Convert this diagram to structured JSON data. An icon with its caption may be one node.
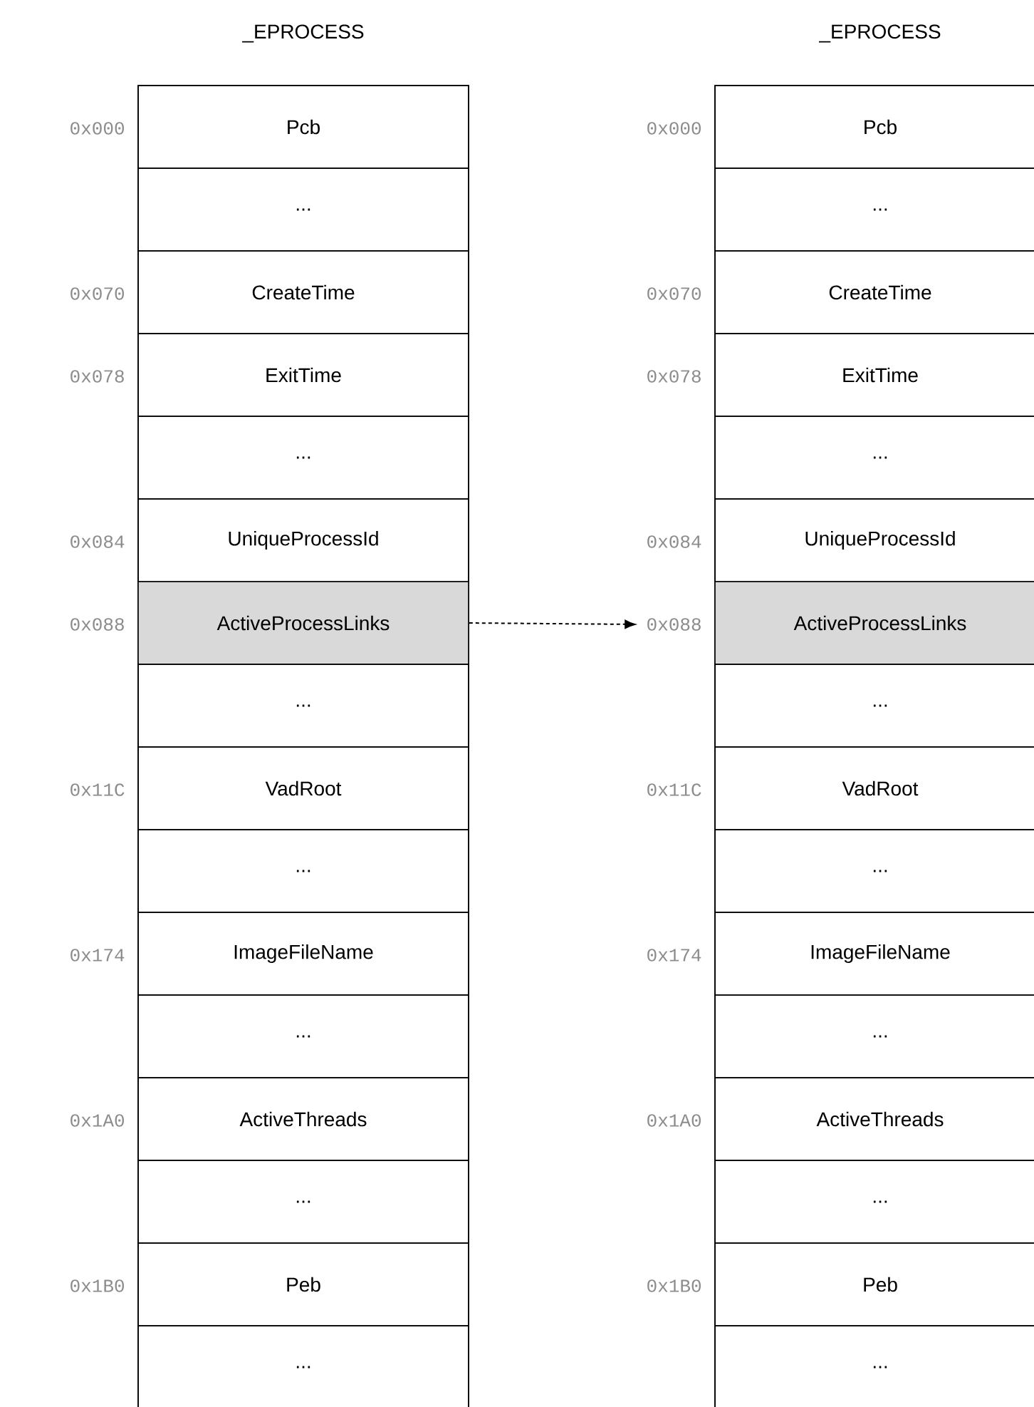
{
  "diagram": {
    "nodes": [
      {
        "text": [
          "_EPROCESS"
        ]
      },
      {
        "text": [
          "Pcb"
        ],
        "in": 0,
        "beside": [
          "0x000"
        ]
      },
      {
        "text": [
          "..."
        ],
        "in": 0
      },
      {
        "text": [
          "CreateTime"
        ],
        "in": 0,
        "beside": [
          "0x070"
        ]
      },
      {
        "text": [
          "ExitTime"
        ],
        "in": 0,
        "beside": [
          "0x078"
        ]
      },
      {
        "text": [
          "..."
        ],
        "in": 0
      },
      {
        "text": [
          "UniqueProcessId"
        ],
        "in": 0,
        "beside": [
          "0x084"
        ]
      },
      {
        "text": [
          "ActiveProcessLinks"
        ],
        "in": 0,
        "beside": [
          "0x088"
        ]
      },
      {
        "text": [
          "..."
        ],
        "in": 0
      },
      {
        "text": [
          "VadRoot"
        ],
        "in": 0,
        "beside": [
          "0x11C"
        ]
      },
      {
        "text": [
          "..."
        ],
        "in": 0
      },
      {
        "text": [
          "ImageFileName"
        ],
        "in": 0,
        "beside": [
          "0x174"
        ]
      },
      {
        "text": [
          "..."
        ],
        "in": 0
      },
      {
        "text": [
          "ActiveThreads"
        ],
        "in": 0,
        "beside": [
          "0x1A0"
        ]
      },
      {
        "text": [
          "..."
        ],
        "in": 0
      },
      {
        "text": [
          "Peb"
        ],
        "in": 0,
        "beside": [
          "0x1B0"
        ]
      },
      {
        "text": [
          "..."
        ],
        "in": 0
      },
      {
        "text": [
          "_EPROCESS"
        ]
      },
      {
        "text": [
          "Pcb"
        ],
        "in": 17,
        "beside": [
          "0x000"
        ]
      },
      {
        "text": [
          "..."
        ],
        "in": 17
      },
      {
        "text": [
          "CreateTime"
        ],
        "in": 17,
        "beside": [
          "0x070"
        ]
      },
      {
        "text": [
          "ExitTime"
        ],
        "in": 17,
        "beside": [
          "0x078"
        ]
      },
      {
        "text": [
          "..."
        ],
        "in": 17
      },
      {
        "text": [
          "UniqueProcessId"
        ],
        "in": 17,
        "beside": [
          "0x084"
        ]
      },
      {
        "text": [
          "ActiveProcessLinks"
        ],
        "in": 17,
        "beside": [
          "0x088"
        ]
      },
      {
        "text": [
          "..."
        ],
        "in": 17
      },
      {
        "text": [
          "VadRoot"
        ],
        "in": 17,
        "beside": [
          "0x11C"
        ]
      },
      {
        "text": [
          "..."
        ],
        "in": 17
      },
      {
        "text": [
          "ImageFileName"
        ],
        "in": 17,
        "beside": [
          "0x174"
        ]
      },
      {
        "text": [
          "..."
        ],
        "in": 17
      },
      {
        "text": [
          "ActiveThreads"
        ],
        "in": 17,
        "beside": [
          "0x1A0"
        ]
      },
      {
        "text": [
          "..."
        ],
        "in": 17
      },
      {
        "text": [
          "Peb"
        ],
        "in": 17,
        "beside": [
          "0x1B0"
        ]
      },
      {
        "text": [
          "..."
        ],
        "in": 17
      }
    ],
    "edges": [
      {
        "from": 7,
        "to": 24,
        "arrow": "to",
        "style": "dashed"
      }
    ]
  }
}
